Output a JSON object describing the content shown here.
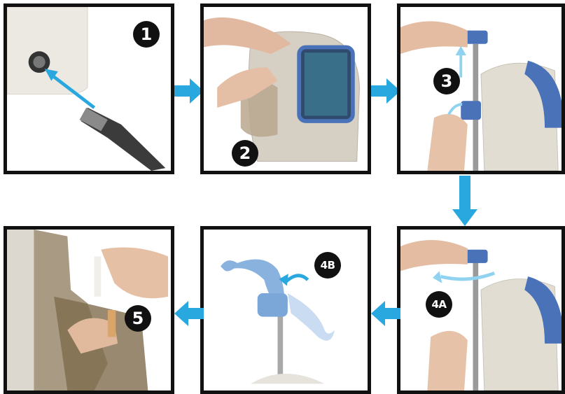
{
  "steps": [
    {
      "label": "1"
    },
    {
      "label": "2"
    },
    {
      "label": "3"
    },
    {
      "label": "4A"
    },
    {
      "label": "4B"
    },
    {
      "label": "5"
    }
  ],
  "colors": {
    "flow_arrow": "#29a8e0",
    "hint_arrow": "#8fd3f0",
    "frame": "#111111",
    "device_blue": "#4a72b8"
  },
  "icons": [
    "step-arrow-right-icon",
    "step-arrow-down-icon",
    "step-arrow-left-icon"
  ]
}
